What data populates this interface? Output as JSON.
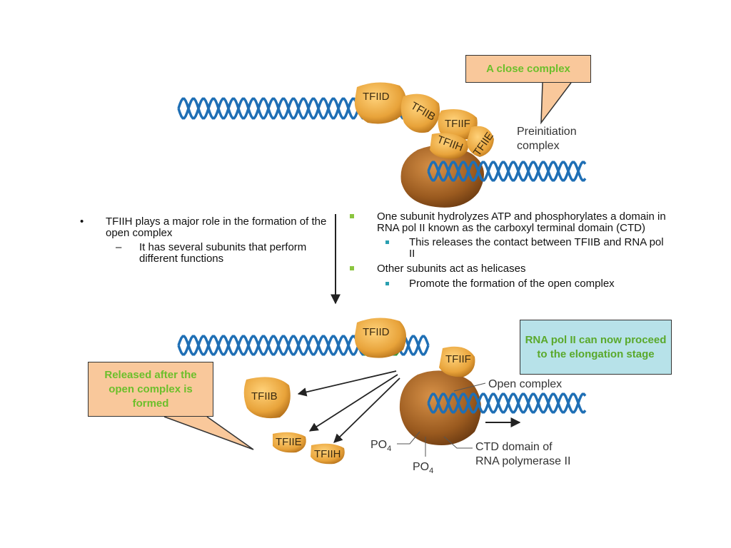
{
  "callouts": {
    "close_complex": "A close complex",
    "rna_pol_proceed": "RNA pol II can now proceed to the elongation stage",
    "released": "Released after the open complex is formed"
  },
  "left_bullets": {
    "main": "TFIIH plays a major role in the formation of the open complex",
    "sub": "It has several  subunits that perform different functions",
    "bullet_char": "•",
    "dash_char": "–"
  },
  "right_bullets": {
    "item1": "One subunit hydrolyzes ATP and phosphorylates a domain in RNA pol II known as the carboxyl terminal domain (CTD)",
    "item1_sub": "This releases the contact  between TFIIB and RNA pol II",
    "item2": "Other subunits act as helicases",
    "item2_sub": "Promote the formation of the open complex"
  },
  "diagram": {
    "top": {
      "labels": [
        "TFIID",
        "TFIIB",
        "TFIIF",
        "TFIIH",
        "TFIIE"
      ],
      "preinitiation_line1": "Preinitiation",
      "preinitiation_line2": "complex"
    },
    "bottom": {
      "tfiid": "TFIID",
      "tfiif": "TFIIF",
      "tfiib": "TFIIB",
      "tfiie": "TFIIE",
      "tfiih": "TFIIH",
      "open_complex": "Open complex",
      "po4": "PO",
      "po4_sub": "4",
      "ctd_line1": "CTD domain of",
      "ctd_line2": "RNA polymerase II"
    }
  },
  "colors": {
    "dna": "#1f6fb5",
    "dna_highlight": "#2f9a3a",
    "protein": "#e8a33a",
    "polymerase": "#9a5a1f",
    "callout_orange": "#f9c89b",
    "callout_teal": "#b7e2e9",
    "callout_text_green": "#6cbf2b"
  }
}
